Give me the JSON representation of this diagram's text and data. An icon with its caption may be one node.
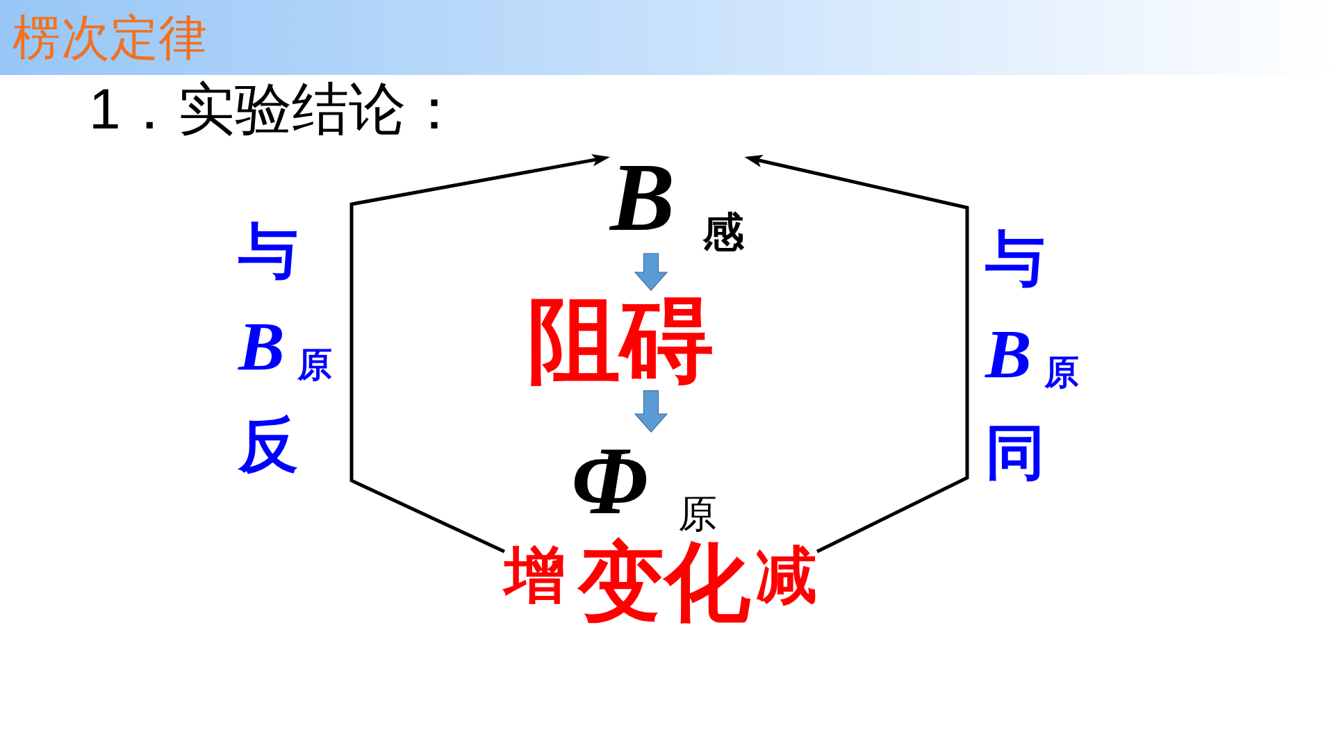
{
  "diagram": {
    "title": "楞次定律",
    "nodes": [
      {
        "text": [
          "*B*$_{感}$"
        ]
      },
      {
        "text": [
          "阻碍"
        ]
      },
      {
        "text": [
          "*Φ*$_{原}$"
        ]
      },
      {
        "text": [
          "增"
        ]
      },
      {
        "text": [
          "减"
        ]
      }
    ],
    "edges": [
      {
        "from": 0,
        "to": 1,
        "arrow": "to",
        "style": "thick",
        "color": "#5b9bd5"
      },
      {
        "from": 1,
        "to": 2,
        "arrow": "to",
        "style": "thick",
        "color": "#5b9bd5"
      },
      {
        "from": 3,
        "to": 0,
        "arrow": "to",
        "label": "与B$_{原}$反"
      },
      {
        "from": 4,
        "to": 0,
        "arrow": "to",
        "label": "与B$_{原}$同"
      }
    ],
    "labels": [
      "1．实验结论：",
      "变化"
    ]
  }
}
